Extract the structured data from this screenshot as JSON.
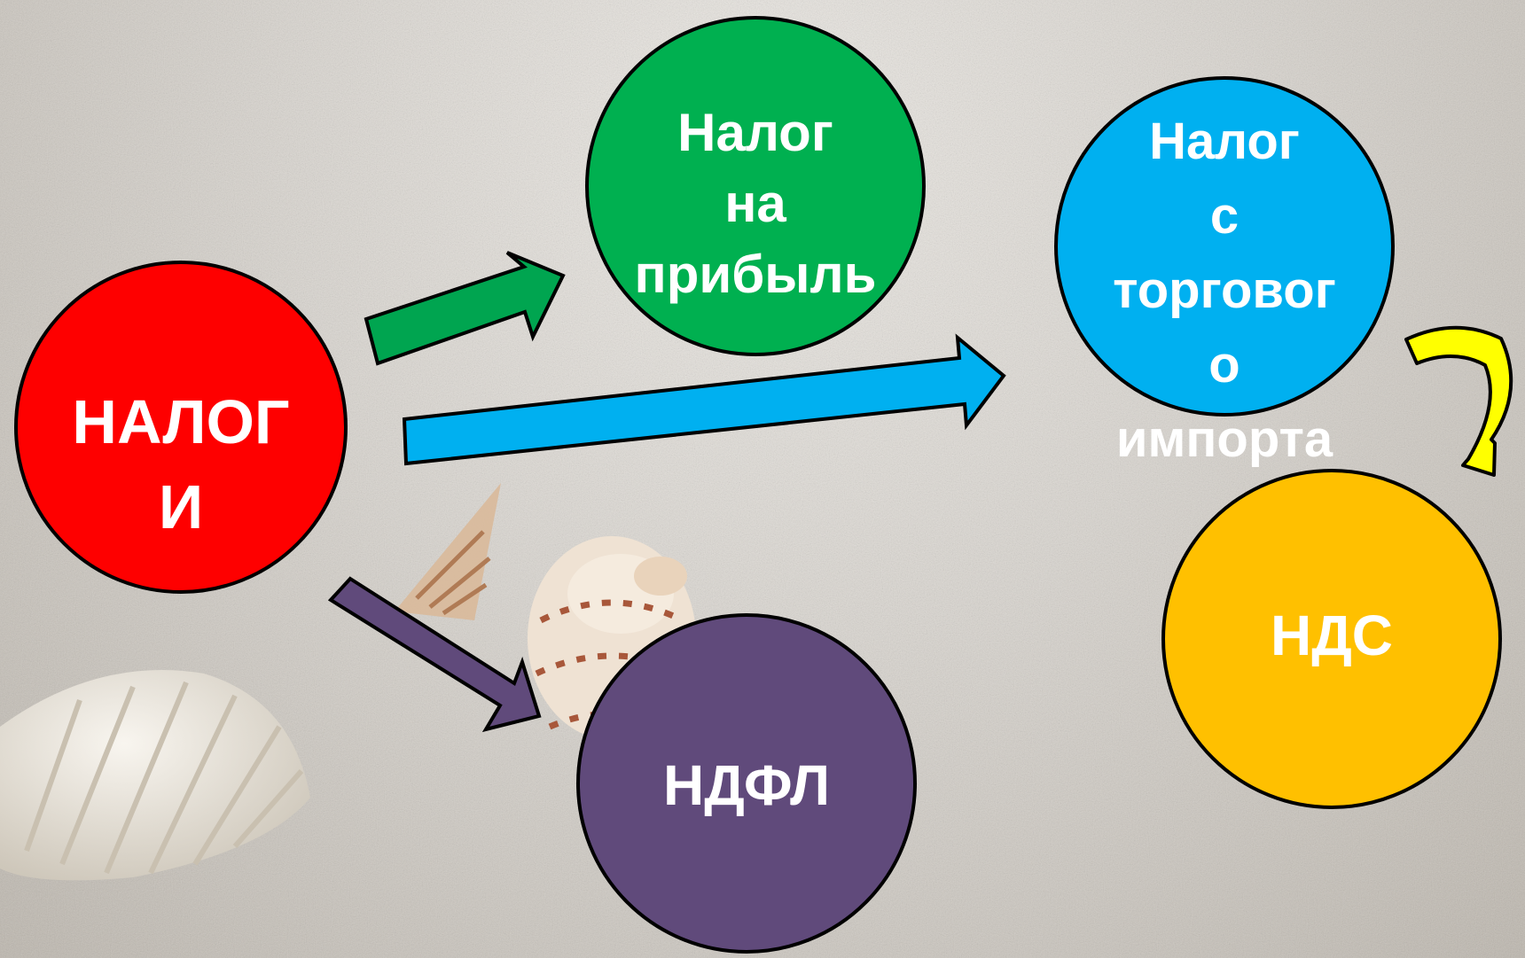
{
  "nodes": [
    {
      "id": "taxes",
      "label": "НАЛОГ\nИ",
      "color": "#fe0000"
    },
    {
      "id": "profit_tax",
      "label": "Налог\nна\nприбыль",
      "color": "#00b050"
    },
    {
      "id": "trade_tax",
      "label": "Налог\nс\nторговог\nо\nимпорта",
      "color": "#00b0f0"
    },
    {
      "id": "nds",
      "label": "НДС",
      "color": "#ffc000"
    },
    {
      "id": "ndfl",
      "label": "НДФЛ",
      "color": "#604a7b"
    }
  ],
  "edges": [
    {
      "from": "taxes",
      "to": "profit_tax",
      "color": "#00a550"
    },
    {
      "from": "taxes",
      "to": "trade_tax",
      "color": "#00b0f0"
    },
    {
      "from": "taxes",
      "to": "ndfl",
      "color": "#604a7b"
    },
    {
      "from": "trade_tax",
      "to": "nds",
      "color": "#ffff00"
    }
  ]
}
